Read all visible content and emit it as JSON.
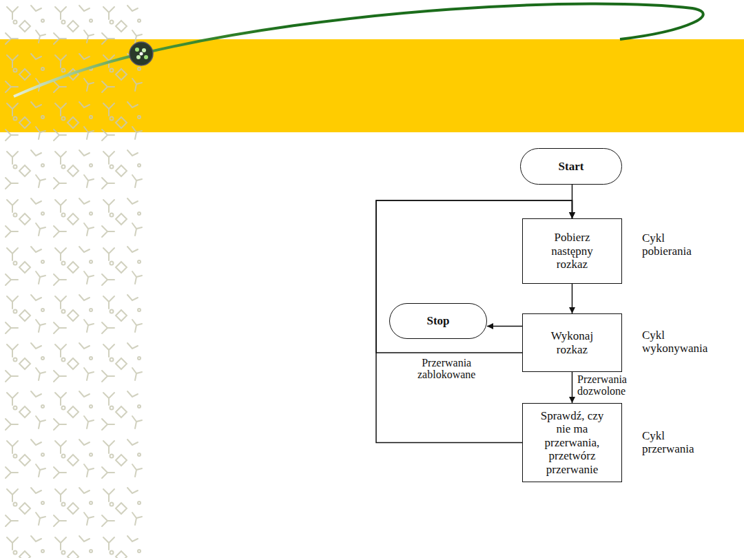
{
  "diagram": {
    "nodes": [
      {
        "text": [
          "Start"
        ]
      },
      {
        "text": [
          "Pobierz następny rozkaz"
        ]
      },
      {
        "text": [
          "Stop"
        ]
      },
      {
        "text": [
          "Wykonaj rozkaz"
        ]
      },
      {
        "text": [
          "Sprawdź, czy nie ma przerwania, przetwórz przerwanie"
        ]
      }
    ],
    "edges": [
      {
        "from": 0,
        "to": 1,
        "arrow": "to"
      },
      {
        "from": 1,
        "to": 3,
        "arrow": "to"
      },
      {
        "from": 3,
        "to": 2,
        "arrow": "to"
      },
      {
        "from": 3,
        "to": 1,
        "label": "Przerwania zablokowane",
        "arrow": "to"
      },
      {
        "from": 3,
        "to": 4,
        "label": "Przerwania dozwolone",
        "arrow": "to"
      },
      {
        "from": 4,
        "to": 1,
        "arrow": "to"
      }
    ],
    "labels": [
      "Cykl pobierania",
      "Cykl wykonywania",
      "Cykl przerwania"
    ]
  }
}
